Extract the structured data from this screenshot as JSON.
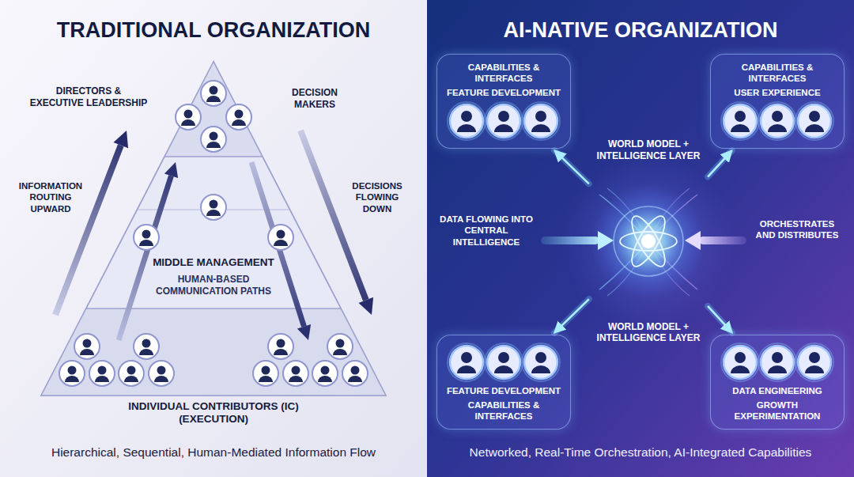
{
  "diagram": {
    "nodes": [
      {
        "text": [
          "TRADITIONAL ORGANIZATION",
          "Hierarchical, Sequential, Human-Mediated Information Flow"
        ]
      },
      {
        "text": [
          "DIRECTORS & EXECUTIVE LEADERSHIP",
          "DECISION MAKERS"
        ],
        "in": 0
      },
      {
        "text": [
          "MIDDLE MANAGEMENT",
          "HUMAN-BASED COMMUNICATION PATHS"
        ],
        "in": 0
      },
      {
        "text": [
          "INDIVIDUAL CONTRIBUTORS (IC) (EXECUTION)"
        ],
        "in": 0
      },
      {
        "text": [
          "AI-NATIVE ORGANIZATION",
          "Networked, Real-Time Orchestration, AI-Integrated Capabilities"
        ]
      },
      {
        "text": [
          "CAPABILITIES & INTERFACES",
          "FEATURE DEVELOPMENT"
        ],
        "in": 4
      },
      {
        "text": [
          "CAPABILITIES & INTERFACES",
          "USER EXPERIENCE"
        ],
        "in": 4
      },
      {
        "text": [
          "WORLD MODEL + INTELLIGENCE LAYER",
          "WORLD MODEL + INTELLIGENCE LAYER"
        ],
        "in": 4
      },
      {
        "text": [
          "FEATURE DEVELOPMENT",
          "CAPABILITIES & INTERFACES"
        ],
        "in": 4
      },
      {
        "text": [
          "DATA ENGINEERING",
          "GROWTH EXPERIMENTATION"
        ],
        "in": 4
      }
    ],
    "edges": [
      {
        "from": 7,
        "to": 5,
        "arrow": "to"
      },
      {
        "from": 7,
        "to": 6,
        "arrow": "to"
      },
      {
        "from": 7,
        "to": 8,
        "arrow": "to"
      },
      {
        "from": 7,
        "to": 9,
        "arrow": "to"
      }
    ],
    "labels": [
      "INFORMATION ROUTING UPWARD",
      "DECISIONS FLOWING DOWN",
      "DATA FLOWING INTO CENTRAL INTELLIGENCE",
      "ORCHESTRATES AND DISTRIBUTES"
    ]
  }
}
